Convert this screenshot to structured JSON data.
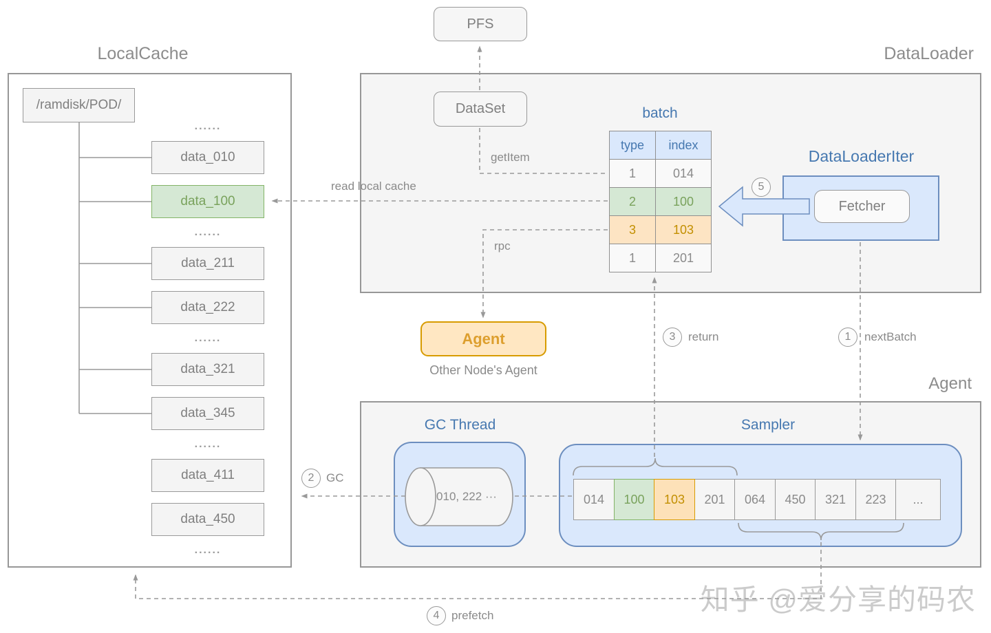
{
  "watermark": "知乎 @爱分享的码农",
  "localcache": {
    "title": "LocalCache",
    "root_label": "/ramdisk/POD/",
    "dots": "......",
    "items": [
      {
        "kind": "dots"
      },
      {
        "kind": "box",
        "label": "data_010",
        "highlight": "none",
        "connected": true
      },
      {
        "kind": "box",
        "label": "data_100",
        "highlight": "green",
        "connected": true
      },
      {
        "kind": "dots"
      },
      {
        "kind": "box",
        "label": "data_211",
        "highlight": "none",
        "connected": true
      },
      {
        "kind": "box",
        "label": "data_222",
        "highlight": "none",
        "connected": true
      },
      {
        "kind": "dots"
      },
      {
        "kind": "box",
        "label": "data_321",
        "highlight": "none",
        "connected": true
      },
      {
        "kind": "box",
        "label": "data_345",
        "highlight": "none",
        "connected": true
      },
      {
        "kind": "dots"
      },
      {
        "kind": "box",
        "label": "data_411",
        "highlight": "none",
        "connected": false
      },
      {
        "kind": "box",
        "label": "data_450",
        "highlight": "none",
        "connected": false
      },
      {
        "kind": "dots"
      }
    ]
  },
  "dataloader": {
    "title": "DataLoader",
    "pfs_label": "PFS",
    "dataset_label": "DataSet",
    "batch": {
      "title": "batch",
      "columns": [
        "type",
        "index"
      ],
      "rows": [
        {
          "type": "1",
          "index": "014",
          "highlight": "none"
        },
        {
          "type": "2",
          "index": "100",
          "highlight": "green"
        },
        {
          "type": "3",
          "index": "103",
          "highlight": "orange"
        },
        {
          "type": "1",
          "index": "201",
          "highlight": "none"
        }
      ]
    },
    "iter": {
      "title": "DataLoaderIter",
      "fetcher_label": "Fetcher"
    },
    "labels": {
      "getitem": "getItem",
      "read_local_cache": "read local cache",
      "rpc": "rpc"
    }
  },
  "other_agent": {
    "box_label": "Agent",
    "caption": "Other Node's Agent"
  },
  "agent": {
    "title": "Agent",
    "gc_thread": {
      "title": "GC Thread",
      "cylinder_text": "010, 222 ···"
    },
    "sampler": {
      "title": "Sampler",
      "cells": [
        {
          "value": "014",
          "highlight": "none"
        },
        {
          "value": "100",
          "highlight": "green"
        },
        {
          "value": "103",
          "highlight": "orange"
        },
        {
          "value": "201",
          "highlight": "none"
        },
        {
          "value": "064",
          "highlight": "none"
        },
        {
          "value": "450",
          "highlight": "none"
        },
        {
          "value": "321",
          "highlight": "none"
        },
        {
          "value": "223",
          "highlight": "none"
        },
        {
          "value": "...",
          "highlight": "none"
        }
      ]
    }
  },
  "steps": {
    "s1": {
      "num": "1",
      "label": "nextBatch"
    },
    "s2": {
      "num": "2",
      "label": "GC"
    },
    "s3": {
      "num": "3",
      "label": "return"
    },
    "s4": {
      "num": "4",
      "label": "prefetch"
    },
    "s5": {
      "num": "5",
      "label": ""
    }
  },
  "colors": {
    "accent_blue_fill": "#dae8fc",
    "accent_blue_border": "#6c8ebf",
    "accent_blue_text": "#4678b0",
    "green_fill": "#d5e8d4",
    "green_border": "#82b366",
    "orange_fill": "#ffe6c9",
    "orange_border": "#d79b00",
    "gray_border": "#999999"
  }
}
